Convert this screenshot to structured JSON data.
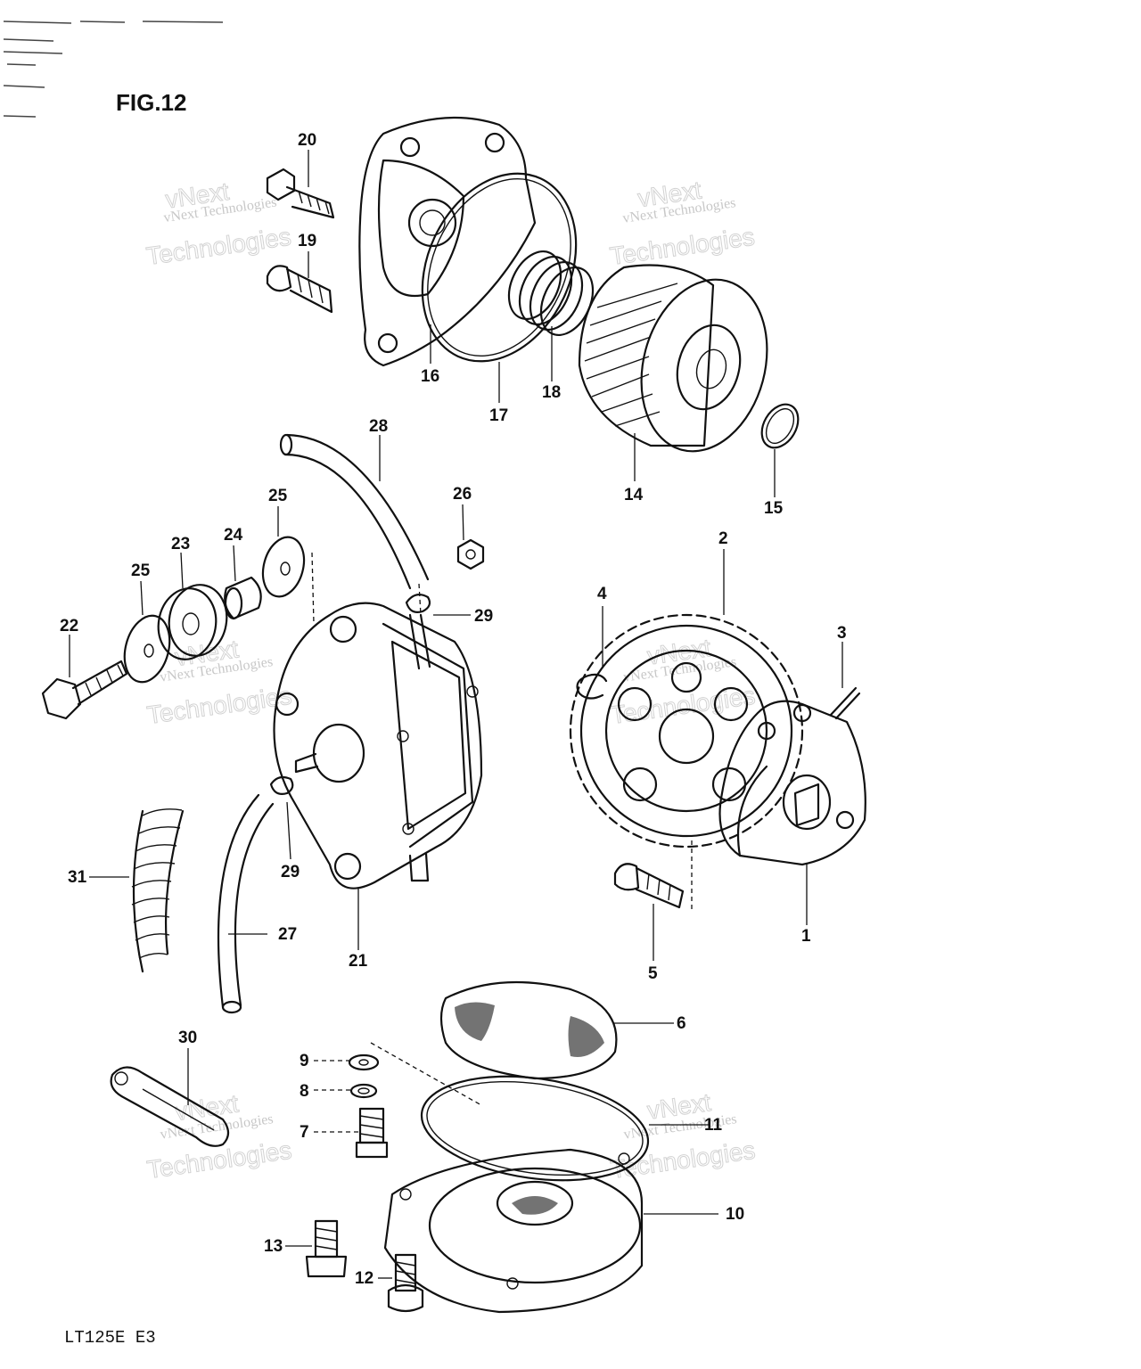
{
  "figure": {
    "title": "FIG.12",
    "model_code": "LT125E E3"
  },
  "watermark": {
    "line_small": "vNext Technologies",
    "line_a": "vNext",
    "line_b": "Technologies"
  },
  "callouts": [
    "1",
    "2",
    "3",
    "4",
    "5",
    "6",
    "7",
    "8",
    "9",
    "10",
    "11",
    "12",
    "13",
    "14",
    "15",
    "16",
    "17",
    "18",
    "19",
    "20",
    "21",
    "22",
    "23",
    "24",
    "25",
    "25",
    "26",
    "27",
    "28",
    "29",
    "29",
    "30",
    "31"
  ]
}
